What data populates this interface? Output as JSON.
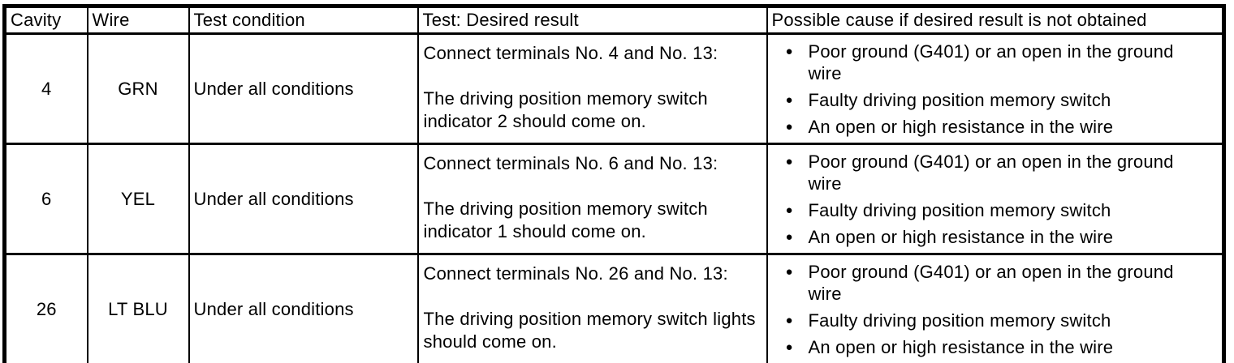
{
  "colors": {
    "background": "#ffffff",
    "border": "#000000",
    "text": "#000000"
  },
  "icons": {
    "bullet": "●"
  },
  "table": {
    "headers": [
      "Cavity",
      "Wire",
      "Test condition",
      "Test: Desired result",
      "Possible cause if desired result is not obtained"
    ],
    "rows": [
      {
        "cavity": "4",
        "wire": "GRN",
        "condition": "Under all conditions",
        "test_line1": "Connect terminals No. 4 and No. 13:",
        "test_line2": "The driving position memory switch indicator 2 should come on.",
        "causes": [
          "Poor ground (G401) or an open in the ground wire",
          "Faulty driving position memory switch",
          "An open or high resistance in the wire"
        ]
      },
      {
        "cavity": "6",
        "wire": "YEL",
        "condition": "Under all conditions",
        "test_line1": "Connect terminals No. 6 and No. 13:",
        "test_line2": "The driving position memory switch indicator 1 should come on.",
        "causes": [
          "Poor ground (G401) or an open in the ground wire",
          "Faulty driving position memory switch",
          "An open or high resistance in the wire"
        ]
      },
      {
        "cavity": "26",
        "wire": "LT BLU",
        "condition": "Under all conditions",
        "test_line1": "Connect terminals No. 26 and No. 13:",
        "test_line2": "The driving position memory switch lights should come on.",
        "causes": [
          "Poor ground (G401) or an open in the ground wire",
          "Faulty driving position memory switch",
          "An open or high resistance in the wire"
        ]
      }
    ]
  }
}
